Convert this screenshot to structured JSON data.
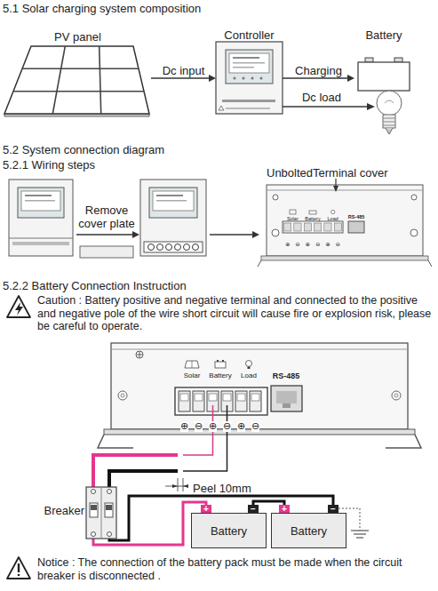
{
  "diagram": {
    "nodes": [
      {
        "text": [
          "PV panel"
        ]
      },
      {
        "text": [
          "Controller"
        ]
      },
      {
        "text": [
          "Battery"
        ]
      },
      {
        "text": [
          "Battery"
        ]
      },
      {
        "text": [
          "Battery"
        ]
      }
    ],
    "edges": [
      {
        "from": 0,
        "to": 1,
        "label": "Dc input",
        "arrow": "to"
      },
      {
        "from": 1,
        "to": 2,
        "label": "Charging",
        "arrow": "to"
      },
      {
        "from": 3,
        "to": 4,
        "arrow": "none"
      }
    ],
    "labels": [
      "5.1 Solar charging system composition",
      "Dc load",
      "5.2 System connection diagram",
      "5.2.1 Wiring steps",
      "Remove cover plate",
      "UnboltedTerminal cover",
      "Solar",
      "Battery",
      "Load",
      "RS-485",
      "⊕",
      "⊖",
      "⊕",
      "⊖",
      "⊕",
      "⊖",
      "5.2.2 Battery Connection Instruction",
      "Caution : Battery positive and negative terminal and connected to the positive and negative pole of the wire short circuit will cause fire or explosion risk, please be careful to operate.",
      "Solar",
      "Battery",
      "Load",
      "RS-485",
      "⊕",
      "⊖",
      "⊕",
      "⊖",
      "⊕",
      "⊖",
      "Peel 10mm",
      "Breaker",
      "+",
      "−",
      "+",
      "−",
      "Notice : The connection of the battery pack must be made when the circuit breaker is disconnected ."
    ]
  }
}
